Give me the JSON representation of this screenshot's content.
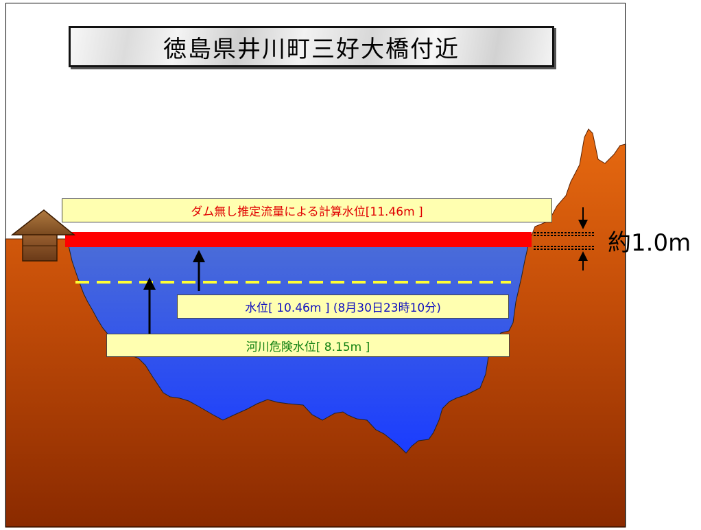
{
  "title": "徳島県井川町三好大橋付近",
  "labels": {
    "calculated_level": "ダム無し推定流量による計算水位[11.46m ]",
    "observed_level": "水位[ 10.46m ] (8月30日23時10分)",
    "danger_level": "河川危険水位[ 8.15m ]"
  },
  "difference_label": "約1.0m",
  "colors": {
    "ground_top": "#e86a10",
    "ground_bottom": "#8a2a00",
    "water_top": "#4a6cd8",
    "water_bottom": "#1a3cff",
    "calc_band": "#ff0000",
    "danger_line": "#ffff33",
    "label_fill": "#ffffb0",
    "calc_text": "#e00000",
    "level_text": "#1010c0",
    "danger_text": "#108010"
  },
  "icons": [
    "house-icon",
    "rise-arrow-icon",
    "dimension-arrow-icon"
  ]
}
